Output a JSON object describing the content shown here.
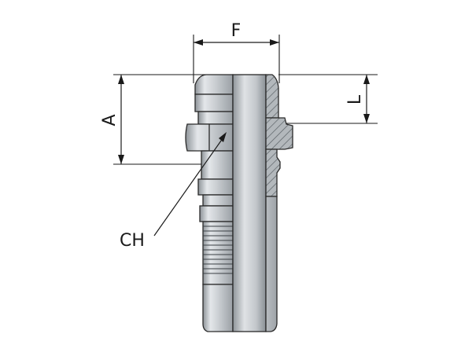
{
  "dimensions": {
    "f_label": "F",
    "a_label": "A",
    "l_label": "L",
    "ch_label": "CH"
  },
  "colors": {
    "metal_light": "#d9dcdf",
    "metal_mid": "#a9aeb3",
    "metal_dark": "#7e848a",
    "line": "#1a1a1a",
    "hatch": "#555555"
  }
}
